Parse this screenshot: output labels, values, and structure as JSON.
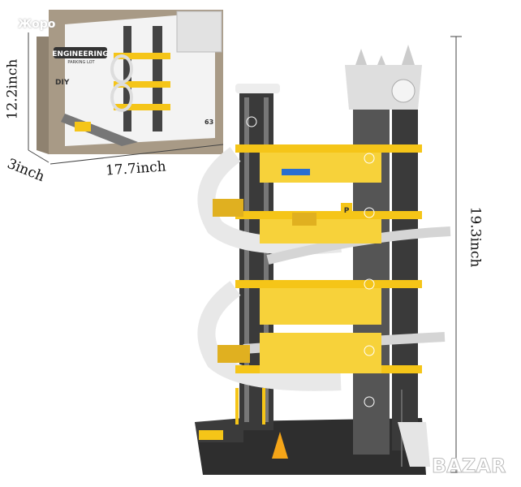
{
  "product": {
    "box_logo_text": "ENGINEERING",
    "box_subtitle": "PARKING LOT",
    "box_diy": "DIY",
    "box_pieces": "63",
    "parking_sign": "P"
  },
  "dimensions": {
    "box_height": "12.2inch",
    "box_depth": "3inch",
    "box_width": "17.7inch",
    "tower_height": "19.3inch"
  },
  "watermarks": {
    "top_left": "Жоро",
    "bottom_right": "BAZAR"
  },
  "colors": {
    "yellow": "#f5c518",
    "dark_gray": "#3a3a3a",
    "light_gray": "#e6e6e6",
    "box_brown": "#a89a86"
  }
}
